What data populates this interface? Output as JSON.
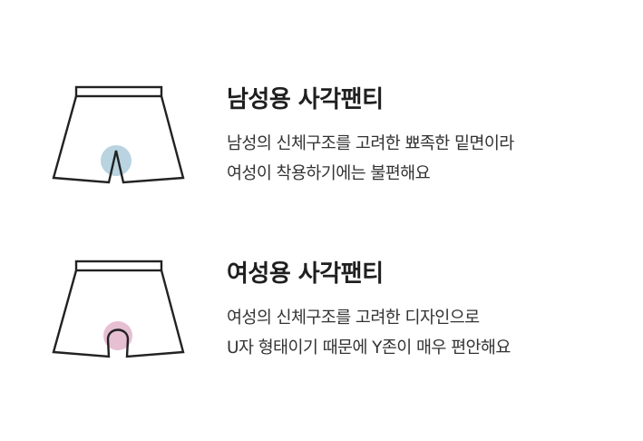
{
  "items": [
    {
      "title": "남성용 사각팬티",
      "lines": [
        "남성의 신체구조를 고려한 뾰족한 밑면이라",
        "여성이 착용하기에는 불편해요"
      ],
      "icon": "male-boxer-briefs-icon",
      "accent_color": "#b9d3e0"
    },
    {
      "title": "여성용 사각팬티",
      "lines": [
        "여성의 신체구조를 고려한 디자인으로",
        "U자 형태이기 때문에 Y존이 매우 편안해요"
      ],
      "icon": "female-boxer-briefs-icon",
      "accent_color": "#e6bfd3"
    }
  ]
}
